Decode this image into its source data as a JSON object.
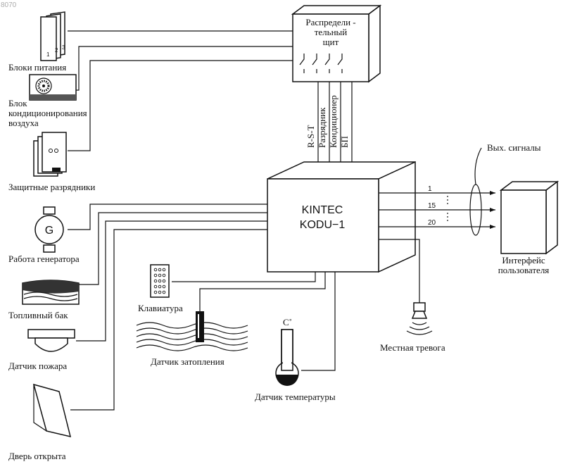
{
  "watermark": "8070",
  "panel": {
    "line1": "Распредели -",
    "line2": "тельный",
    "line3": "щит"
  },
  "controller": {
    "line1": "KINTEC",
    "line2": "KODU−1"
  },
  "bus_labels": [
    "R-S-T",
    "Разрядник",
    "Кондиционер",
    "БП"
  ],
  "outputs": {
    "title": "Вых. сигналы",
    "channels": [
      "1",
      "15",
      "20"
    ]
  },
  "user_interface": {
    "line1": "Интерфейс",
    "line2": "пользователя"
  },
  "psu": {
    "label": "Блоки питания",
    "unit_numbers": [
      "1",
      "2",
      "3"
    ]
  },
  "hvac": {
    "line1": "Блок",
    "line2": "кондиционирования",
    "line3": "воздуха"
  },
  "surge": {
    "label": "Защитные разрядники"
  },
  "generator": {
    "label": "Работа генератора",
    "symbol": "G"
  },
  "fuel_tank": {
    "label": "Топливный бак"
  },
  "fire_sensor": {
    "label": "Датчик пожара"
  },
  "door": {
    "label": "Дверь открыта"
  },
  "keypad": {
    "label": "Клавиатура"
  },
  "flood": {
    "label": "Датчик затопления"
  },
  "temperature": {
    "label": "Датчик температуры",
    "unit": "C˚"
  },
  "alarm": {
    "label": "Местная тревога"
  }
}
